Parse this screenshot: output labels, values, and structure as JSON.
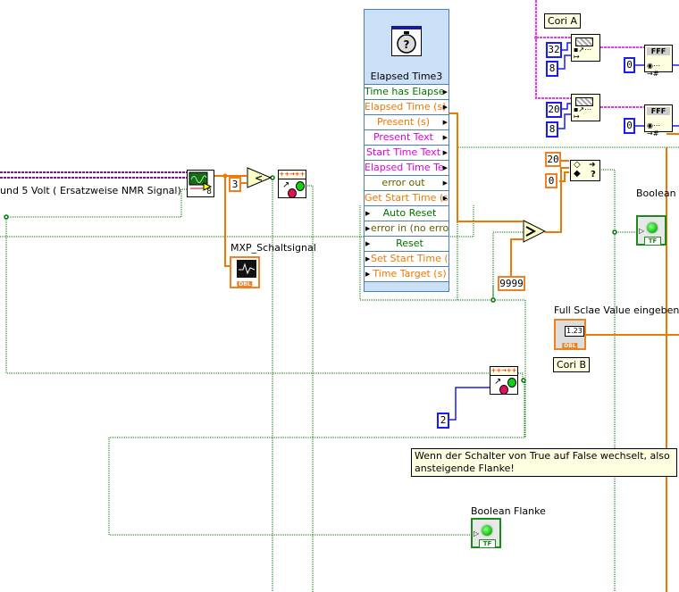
{
  "diagram": {
    "elapsed_time": {
      "title": "Elapsed Time3",
      "icon": "stopwatch-icon",
      "outputs": [
        {
          "label": "Time has Elapse",
          "color": "#007000"
        },
        {
          "label": "Elapsed Time (s)",
          "color": "#f07800"
        },
        {
          "label": "Present (s)",
          "color": "#f07800"
        },
        {
          "label": "Present Text",
          "color": "#e000e0"
        },
        {
          "label": "Start Time Text",
          "color": "#e000e0"
        },
        {
          "label": "Elapsed Time Te",
          "color": "#e000e0"
        },
        {
          "label": "error out",
          "color": "#606000"
        },
        {
          "label": "Get Start Time (s",
          "color": "#f07800"
        }
      ],
      "inputs": [
        {
          "label": "Auto Reset",
          "color": "#007000"
        },
        {
          "label": "error in (no error",
          "color": "#606000"
        },
        {
          "label": "Reset",
          "color": "#007000"
        },
        {
          "label": "Set Start Time (s",
          "color": "#f07800"
        },
        {
          "label": "Time Target (s)",
          "color": "#f07800"
        }
      ]
    },
    "labels": {
      "signal_text": "und 5 Volt ( Ersatzweise NMR Signal)",
      "mxp": "MXP_Schaltsignal",
      "boolean_top": "Boolean I",
      "full_scale": "Full Sclae Value eingeben,",
      "boolean_flanke": "Boolean Flanke",
      "cori_a": "Cori A",
      "cori_b": "Cori B"
    },
    "constants": {
      "three": "3",
      "twenty_orange": "20",
      "zero_orange": "0",
      "big": "9999",
      "two": "2",
      "thirtytwo": "32",
      "eight_a": "8",
      "twenty_blue": "20",
      "eight_b": "8",
      "zero_a": "0",
      "zero_b": "0"
    },
    "comment": "Wenn der Schalter von True auf False wechselt, also ansteigende Flanke!",
    "nodes": {
      "dbl_numeric_value": "1.23",
      "dbl_type": "DBL",
      "tf_type": "TF",
      "waveform_count": "8",
      "compare_symbol": "<",
      "format_text": "FFF"
    },
    "colors": {
      "orange_wire": "#f07800",
      "boolean_wire": "#007a00",
      "string_wire": "#e040e0",
      "int_wire": "#1a1aff",
      "dynamic_wire": "#7a1a8a"
    }
  }
}
